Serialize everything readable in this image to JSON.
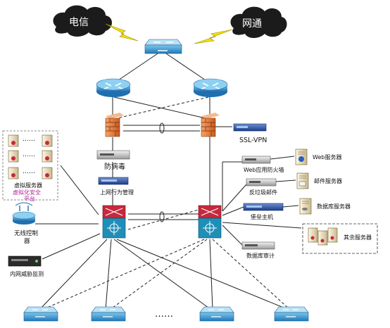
{
  "clouds": {
    "telecom": "电信",
    "unicom": "网通"
  },
  "labels": {
    "ssl_vpn": "SSL-VPN",
    "antivirus": "防病毒",
    "behavior_mgmt": "上网行为管理",
    "virtual_servers": "虚拟服务器",
    "virtual_security_line1": "虚拟化安全",
    "virtual_security_line2": "平台",
    "wireless_controller_line1": "无线控制",
    "wireless_controller_line2": "器",
    "intranet_threat": "内网威胁监测",
    "waf": "Web应用防火墙",
    "anti_spam": "反垃圾邮件",
    "bastion": "堡垒主机",
    "db_audit": "数据库审计",
    "web_server": "Web服务器",
    "mail_server": "邮件服务器",
    "db_server": "数据库服务器",
    "other_servers": "其余服务器",
    "vm_dots": "……",
    "access_dots": "……"
  },
  "colors": {
    "cloud": "#1a1a1a",
    "lightning": "#f5e000",
    "switch_blue": "#3a9ad6",
    "router_blue": "#2e86c9",
    "firewall": "#e07a3a",
    "core_red": "#c8283c",
    "core_cyan": "#1f8fb8",
    "purple_text": "#b0249a",
    "line": "#222222"
  }
}
